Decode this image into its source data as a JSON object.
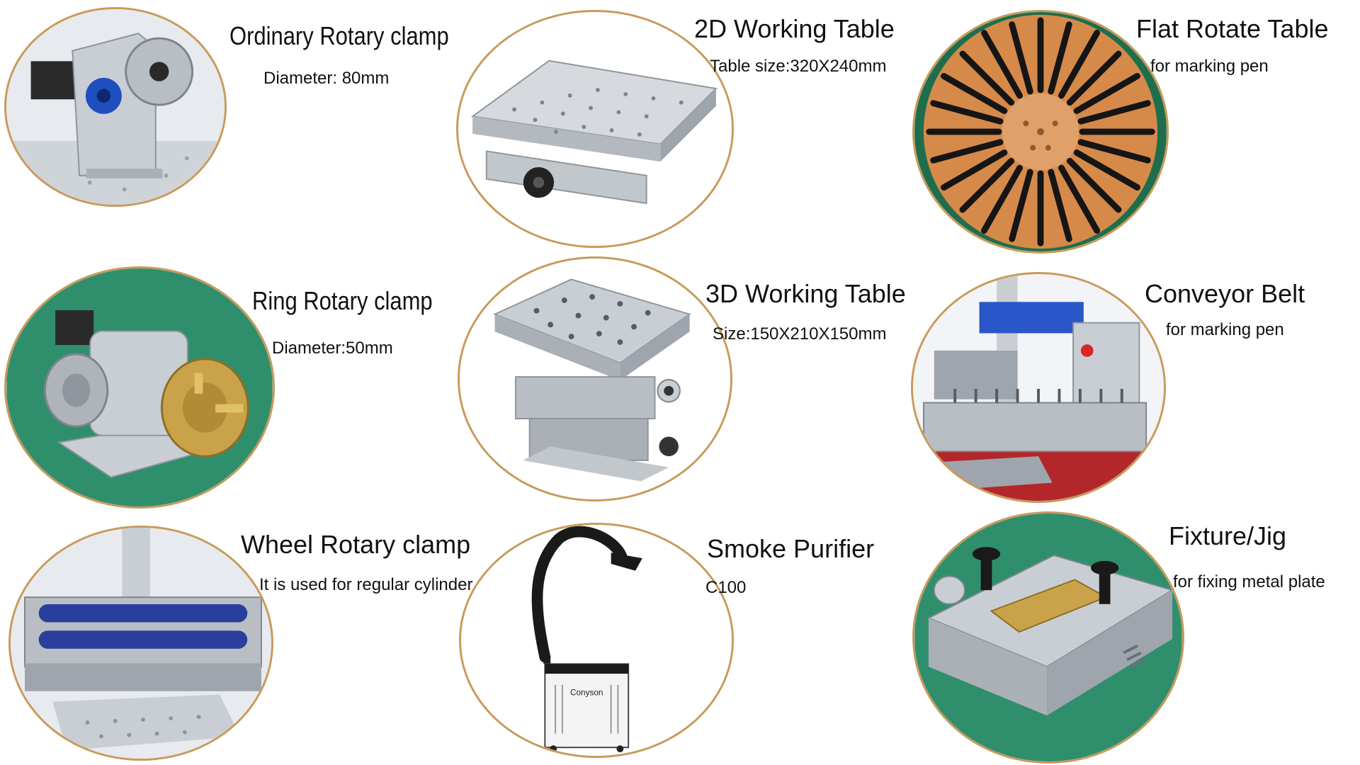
{
  "items": [
    {
      "title": "Ordinary Rotary clamp",
      "spec": "Diameter: 80mm",
      "icon": "rotary-chuck-icon"
    },
    {
      "title": "2D Working Table",
      "spec": "Table size:320X240mm",
      "icon": "xy-table-icon"
    },
    {
      "title": "Flat Rotate Table",
      "spec": "for marking pen",
      "icon": "pen-rotate-table-icon"
    },
    {
      "title": "Ring Rotary clamp",
      "spec": "Diameter:50mm",
      "icon": "ring-rotary-icon"
    },
    {
      "title": "3D Working Table",
      "spec": "Size:150X210X150mm",
      "icon": "xyz-table-icon"
    },
    {
      "title": "Conveyor Belt",
      "spec": "for marking pen",
      "icon": "conveyor-belt-icon"
    },
    {
      "title": "Wheel Rotary clamp",
      "spec": "It is used for regular cylinder.",
      "icon": "wheel-rotary-icon"
    },
    {
      "title": "Smoke Purifier",
      "spec": "C100",
      "icon": "smoke-purifier-icon",
      "brand_label": "Conyson"
    },
    {
      "title": "Fixture/Jig",
      "spec": "for fixing metal plate",
      "icon": "fixture-jig-icon"
    }
  ],
  "colors": {
    "circle_border": "#c89a5a",
    "aluminum": "#c9ced4",
    "table_orange": "#d68a4a",
    "green_bg": "#2f8f6d",
    "brass": "#c9a24a",
    "roller_blue": "#2a3f9c"
  }
}
